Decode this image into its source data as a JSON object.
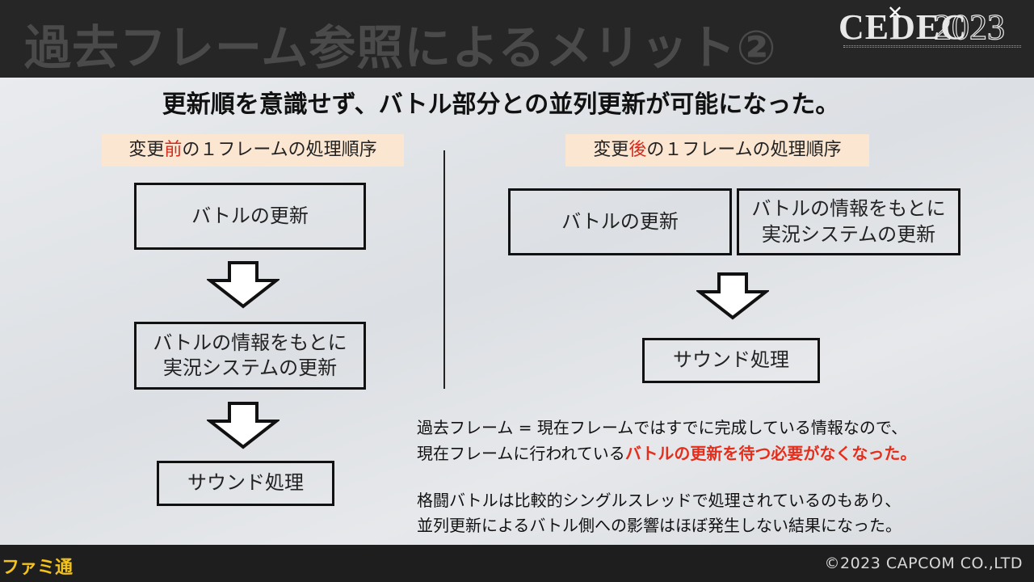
{
  "slide": {
    "title": "過去フレーム参照によるメリット②",
    "subtitle": "更新順を意識せず、バトル部分との並列更新が可能になった。"
  },
  "logo": {
    "cedec": "CEDEC",
    "year": "2023"
  },
  "left_column": {
    "label_pre": "変更",
    "label_highlight": "前",
    "label_post": "の１フレームの処理順序",
    "steps": [
      "バトルの更新",
      "バトルの情報をもとに\n実況システムの更新",
      "サウンド処理"
    ]
  },
  "right_column": {
    "label_pre": "変更",
    "label_highlight": "後",
    "label_post": "の１フレームの処理順序",
    "parallel_steps": [
      "バトルの更新",
      "バトルの情報をもとに\n実況システムの更新"
    ],
    "final_step": "サウンド処理"
  },
  "notes": {
    "line1": "過去フレーム = 現在フレームではすでに完成している情報なので、",
    "line2_pre": "現在フレームに行われている",
    "line2_red": "バトルの更新を待つ必要がなくなった。",
    "line3": "格闘バトルは比較的シングルスレッドで処理されているのもあり、",
    "line4": "並列更新によるバトル側への影響はほぼ発生しない結果になった。"
  },
  "footer": {
    "copyright": "©2023 CAPCOM CO.,LTD",
    "watermark": "ファミ通"
  },
  "colors": {
    "highlight_red": "#d32a1e",
    "label_bg": "#fbe6d2",
    "header_bg": "#262626"
  }
}
